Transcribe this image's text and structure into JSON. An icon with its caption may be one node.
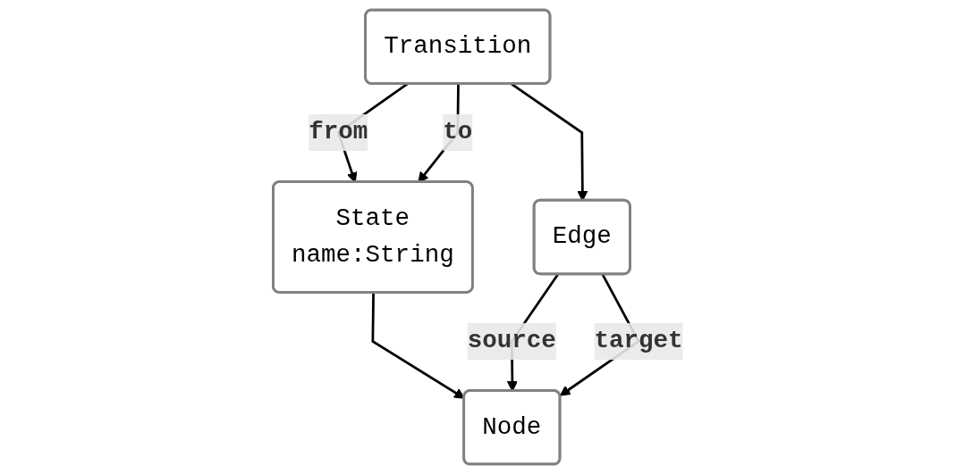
{
  "diagram": {
    "nodes": [
      {
        "text": [
          "State",
          "name:String"
        ]
      },
      {
        "text": [
          "Transition"
        ]
      },
      {
        "text": [
          "Node"
        ]
      },
      {
        "text": [
          "Edge"
        ]
      }
    ],
    "edges": [
      {
        "from": 1,
        "to": 0,
        "label": "from",
        "arrow": "to"
      },
      {
        "from": 1,
        "to": 0,
        "label": "to",
        "arrow": "to"
      },
      {
        "from": 0,
        "to": 2,
        "arrow": "to"
      },
      {
        "from": 1,
        "to": 3,
        "arrow": "to"
      },
      {
        "from": 3,
        "to": 2,
        "label": "source",
        "arrow": "to"
      },
      {
        "from": 3,
        "to": 2,
        "label": "target",
        "arrow": "to"
      }
    ]
  }
}
